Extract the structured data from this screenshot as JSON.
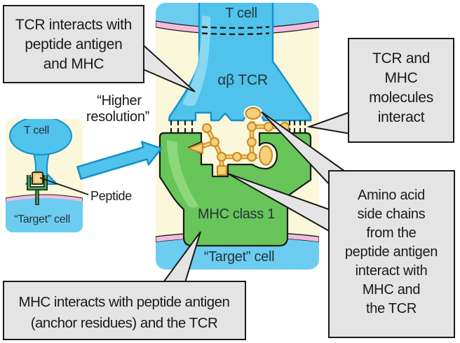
{
  "callouts": {
    "tcr_interacts": {
      "lines": [
        "TCR interacts with",
        "peptide antigen",
        "and MHC"
      ]
    },
    "tcr_mhc_interact": {
      "lines": [
        "TCR and",
        "MHC",
        "molecules",
        "interact"
      ]
    },
    "amino_acid": {
      "lines": [
        "Amino acid",
        "side chains",
        "from the",
        "peptide antigen",
        "interact with",
        "MHC and",
        "the TCR"
      ]
    },
    "mhc_interacts": {
      "lines": [
        "MHC interacts with peptide antigen",
        "(anchor residues) and the TCR"
      ]
    }
  },
  "labels": {
    "higher_resolution_line1": "“Higher",
    "higher_resolution_line2": "resolution”",
    "inset_t_cell": "T cell",
    "inset_target_cell": "“Target” cell",
    "peptide": "Peptide",
    "main_t_cell": "T cell",
    "ab_tcr": "αβ TCR",
    "mhc_class_1": "MHC class 1",
    "main_target_cell": "“Target” cell"
  },
  "colors": {
    "page_background": "#ffffff",
    "panel_cream": "#FBF7DA",
    "cell_blue": "#6CCDF0",
    "tcr_blue": "#50C3EC",
    "tcr_outline": "#1390CB",
    "blue_highlight": "#9BDEF5",
    "membrane_pink": "#F3BCDD",
    "mhc_green": "#67C559",
    "mhc_highlight": "#93DB81",
    "peptide_yellow": "#F5CF7A",
    "peptide_outline": "#CC8A1E",
    "inset_peptide_fill": "#F2C468",
    "bracket_green": "#3FAE49",
    "callout_gray": "#E4E4E4"
  }
}
